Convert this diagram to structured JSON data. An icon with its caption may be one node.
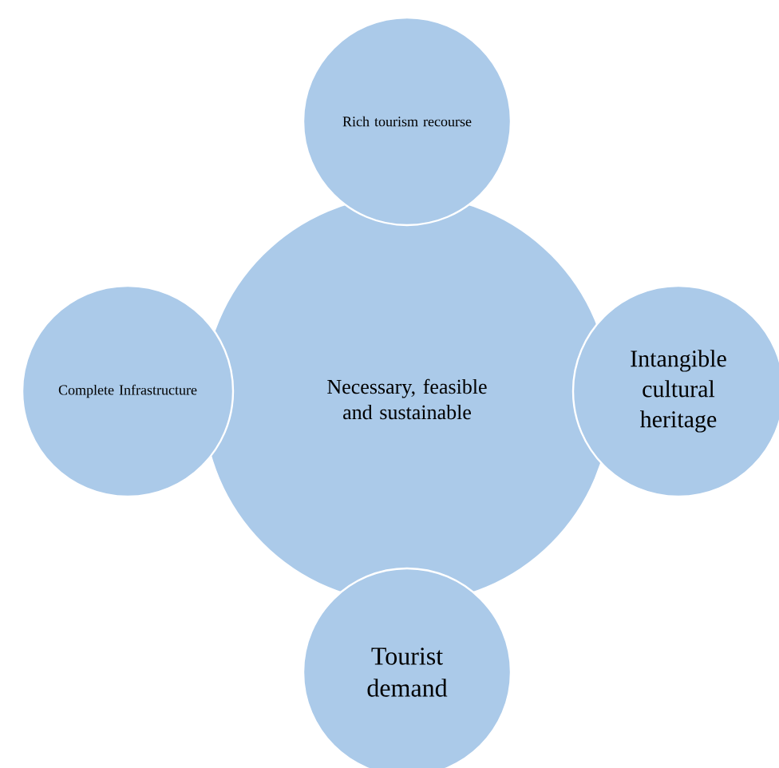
{
  "diagram": {
    "nodes": [
      {
        "text": [
          "Rich tourism recourse"
        ]
      },
      {
        "text": [
          "Complete Infrastructure"
        ]
      },
      {
        "text": [
          "Necessary, feasible and sustainable"
        ]
      },
      {
        "text": [
          "Intangible cultural heritage"
        ]
      },
      {
        "text": [
          "Tourist demand"
        ]
      }
    ]
  }
}
